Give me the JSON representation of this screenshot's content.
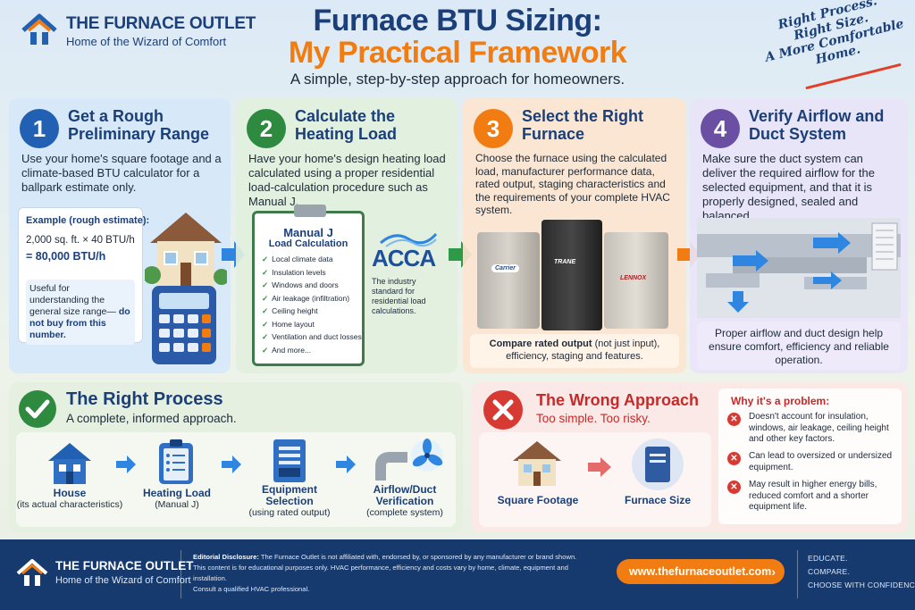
{
  "brand": {
    "name": "THE FURNACE OUTLET",
    "tagline": "Home of the Wizard of Comfort"
  },
  "header": {
    "title_line1": "Furnace BTU Sizing:",
    "title_line2": "My Practical Framework",
    "subtitle": "A simple, step-by-step approach for homeowners.",
    "slogan": [
      "Right Process.",
      "Right Size.",
      "A More Comfortable",
      "Home."
    ]
  },
  "colors": {
    "navy": "#1b3f78",
    "orange": "#f07c12",
    "green": "#2e8a3e",
    "purple": "#6a4fa3",
    "red": "#d63a32"
  },
  "steps": [
    {
      "number": "1",
      "title": "Get a Rough Preliminary Range",
      "body": "Use your home's square footage and a climate-based BTU calculator for a ballpark estimate only.",
      "example_label": "Example (rough estimate):",
      "example_calc": "2,000 sq. ft. × 40 BTU/h",
      "example_result": "= 80,000 BTU/h",
      "note": "Useful for understanding the general size range—",
      "note_bold": "do not buy from this number."
    },
    {
      "number": "2",
      "title": "Calculate the Heating Load",
      "body": "Have your home's design heating load calculated using a proper residential load-calculation procedure such as Manual J.",
      "clipboard_title": "Manual J",
      "clipboard_subtitle": "Load Calculation",
      "checklist": [
        "Local climate data",
        "Insulation levels",
        "Windows and doors",
        "Air leakage (infiltration)",
        "Ceiling height",
        "Home layout",
        "Ventilation and duct losses",
        "And more..."
      ],
      "acca_logo": "ACCA",
      "acca_caption": "The industry standard for residential load calculations."
    },
    {
      "number": "3",
      "title": "Select the Right Furnace",
      "body": "Choose the furnace using the calculated load, manufacturer performance data, rated output, staging characteristics and the requirements of your complete HVAC system.",
      "brands": [
        "Carrier",
        "TRANE",
        "LENNOX"
      ],
      "compare_bold": "Compare rated output",
      "compare_rest": " (not just input), efficiency, staging and features."
    },
    {
      "number": "4",
      "title": "Verify Airflow and Duct System",
      "body": "Make sure the duct system can deliver the required airflow for the selected equipment, and that it is properly designed, sealed and balanced.",
      "note": "Proper airflow and duct design help ensure comfort, efficiency and reliable operation."
    }
  ],
  "right_process": {
    "title": "The Right Process",
    "subtitle": "A complete, informed approach.",
    "flow": [
      {
        "label": "House",
        "sub": "(its actual characteristics)",
        "icon": "house-icon"
      },
      {
        "label": "Heating Load",
        "sub": "(Manual J)",
        "icon": "clipboard-icon"
      },
      {
        "label": "Equipment Selection",
        "sub": "(using rated output)",
        "icon": "furnace-icon"
      },
      {
        "label": "Airflow/Duct Verification",
        "sub": "(complete system)",
        "icon": "duct-fan-icon"
      }
    ]
  },
  "wrong_approach": {
    "title": "The Wrong Approach",
    "subtitle": "Too simple. Too risky.",
    "flow": [
      {
        "label": "Square Footage"
      },
      {
        "label": "Furnace Size"
      }
    ],
    "why_title": "Why it's a problem:",
    "problems": [
      "Doesn't account for insulation, windows, air leakage, ceiling height and other key factors.",
      "Can lead to oversized or undersized equipment.",
      "May result in higher energy bills, reduced comfort and a shorter equipment life."
    ]
  },
  "footer": {
    "disclosure_label": "Editorial Disclosure:",
    "disclosure_text": " The Furnace Outlet is not affiliated with, endorsed by, or sponsored by any manufacturer or brand shown.",
    "disclosure_line2": "This content is for educational purposes only. HVAC performance, efficiency and costs vary by home, climate, equipment and installation.",
    "disclosure_line3": "Consult a qualified HVAC professional.",
    "url": "www.thefurnaceoutlet.com",
    "tags": [
      "EDUCATE.",
      "COMPARE.",
      "CHOOSE WITH CONFIDENCE."
    ]
  }
}
